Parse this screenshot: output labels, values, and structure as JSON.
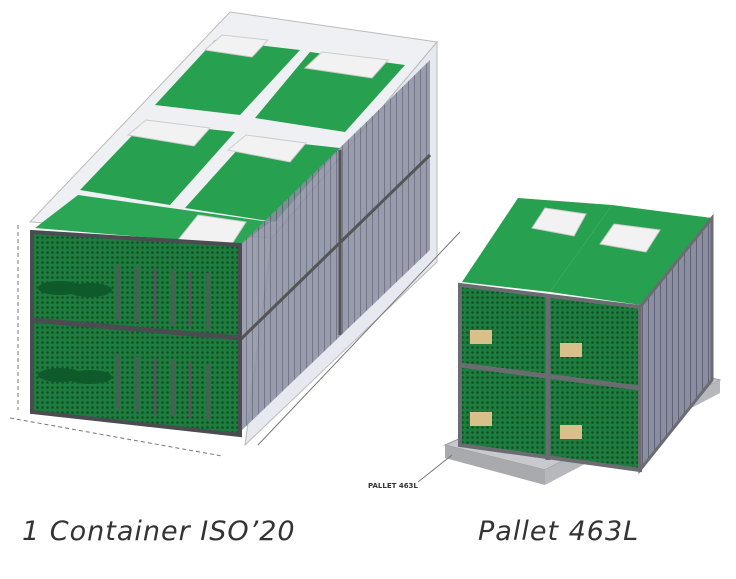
{
  "captions": {
    "container": "1 Container ISO’20",
    "pallet": "Pallet 463L"
  },
  "callouts": {
    "pallet_label": "PALLET 463L"
  },
  "colors": {
    "green": "#1f9a48",
    "dark_green": "#0f6b30",
    "frame": "#5d5f66",
    "container_wall": "#e8ebf0"
  }
}
